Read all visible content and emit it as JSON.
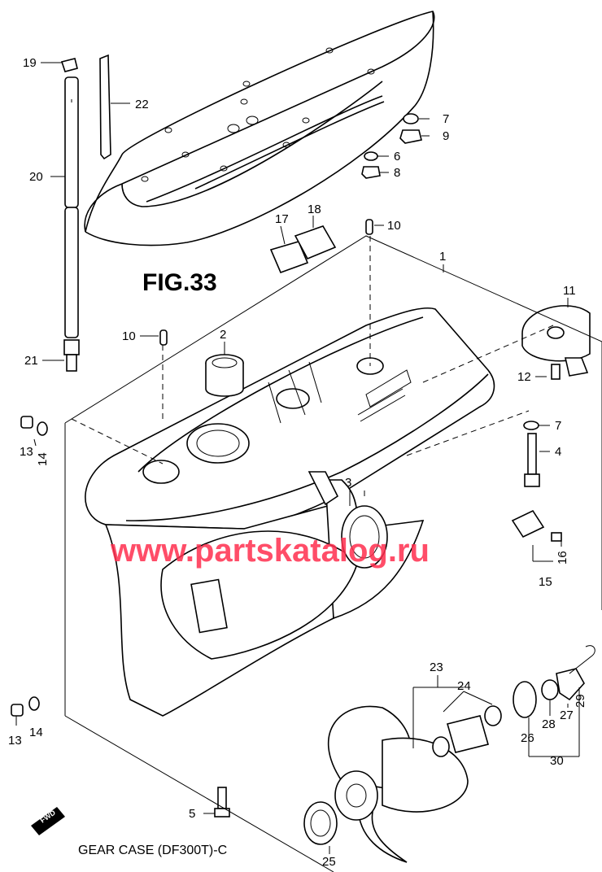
{
  "figure": {
    "title": "FIG.33",
    "caption": "GEAR CASE (DF300T)-C"
  },
  "watermark": "www.partskatalog.ru",
  "direction_badge": "FWD",
  "callouts": {
    "c1": "1",
    "c2": "2",
    "c3": "3",
    "c4": "4",
    "c5": "5",
    "c6": "6",
    "c7a": "7",
    "c7b": "7",
    "c8": "8",
    "c9": "9",
    "c10a": "10",
    "c10b": "10",
    "c11": "11",
    "c12": "12",
    "c13a": "13",
    "c13b": "13",
    "c14a": "14",
    "c14b": "14",
    "c15": "15",
    "c16": "16",
    "c17": "17",
    "c18": "18",
    "c19": "19",
    "c20": "20",
    "c21": "21",
    "c22": "22",
    "c23": "23",
    "c24": "24",
    "c25": "25",
    "c26": "26",
    "c27": "27",
    "c28": "28",
    "c29": "29",
    "c30": "30"
  }
}
